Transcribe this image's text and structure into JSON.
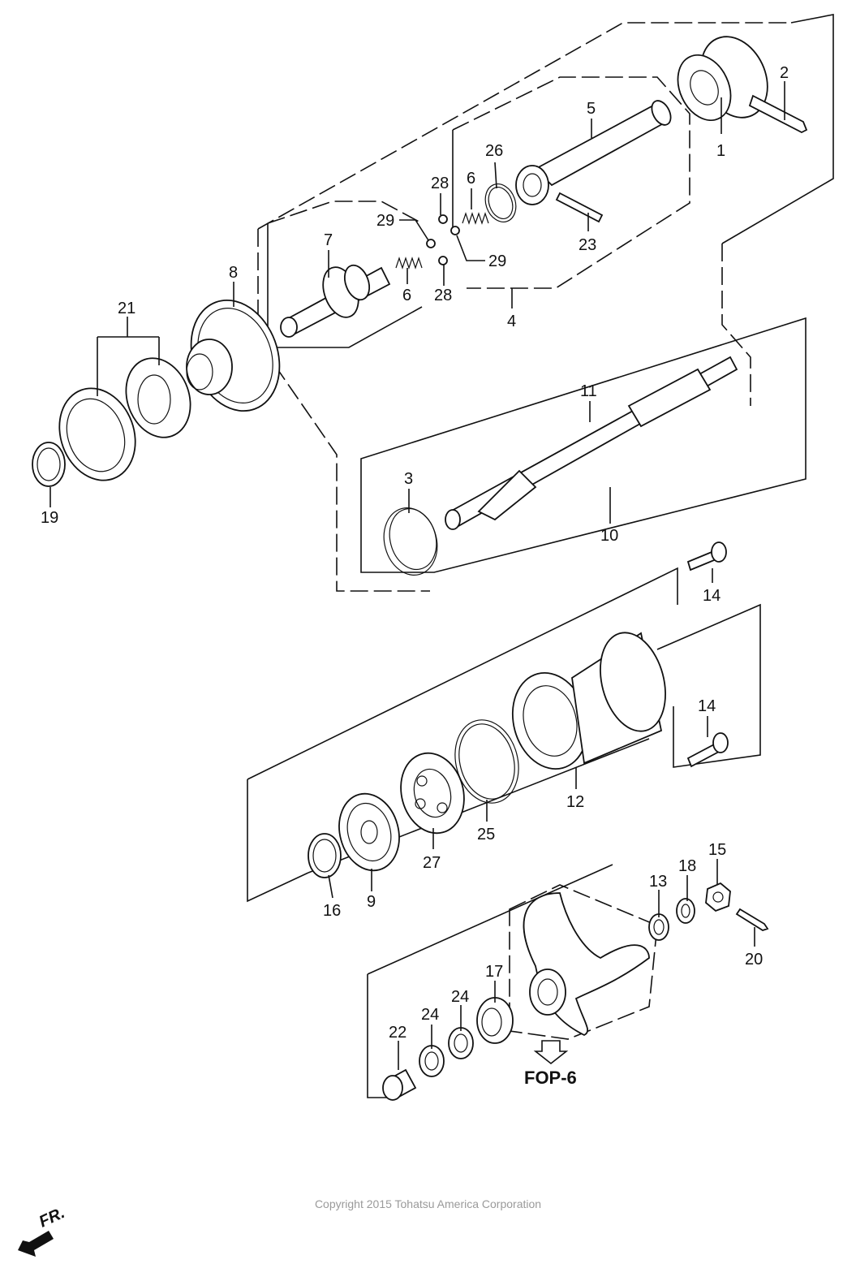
{
  "labels": {
    "p1": "1",
    "p2": "2",
    "p3": "3",
    "p4": "4",
    "p5": "5",
    "p6a": "6",
    "p6b": "6",
    "p7": "7",
    "p8": "8",
    "p9": "9",
    "p10": "10",
    "p11": "11",
    "p12": "12",
    "p13": "13",
    "p14a": "14",
    "p14b": "14",
    "p15": "15",
    "p16": "16",
    "p17": "17",
    "p18": "18",
    "p19": "19",
    "p20": "20",
    "p21": "21",
    "p22": "22",
    "p23": "23",
    "p24a": "24",
    "p24b": "24",
    "p25": "25",
    "p26": "26",
    "p27": "27",
    "p28a": "28",
    "p28b": "28",
    "p29a": "29",
    "p29b": "29"
  },
  "reference": "FOP-6",
  "direction": "FR.",
  "copyright": "Copyright 2015 Tohatsu America Corporation"
}
